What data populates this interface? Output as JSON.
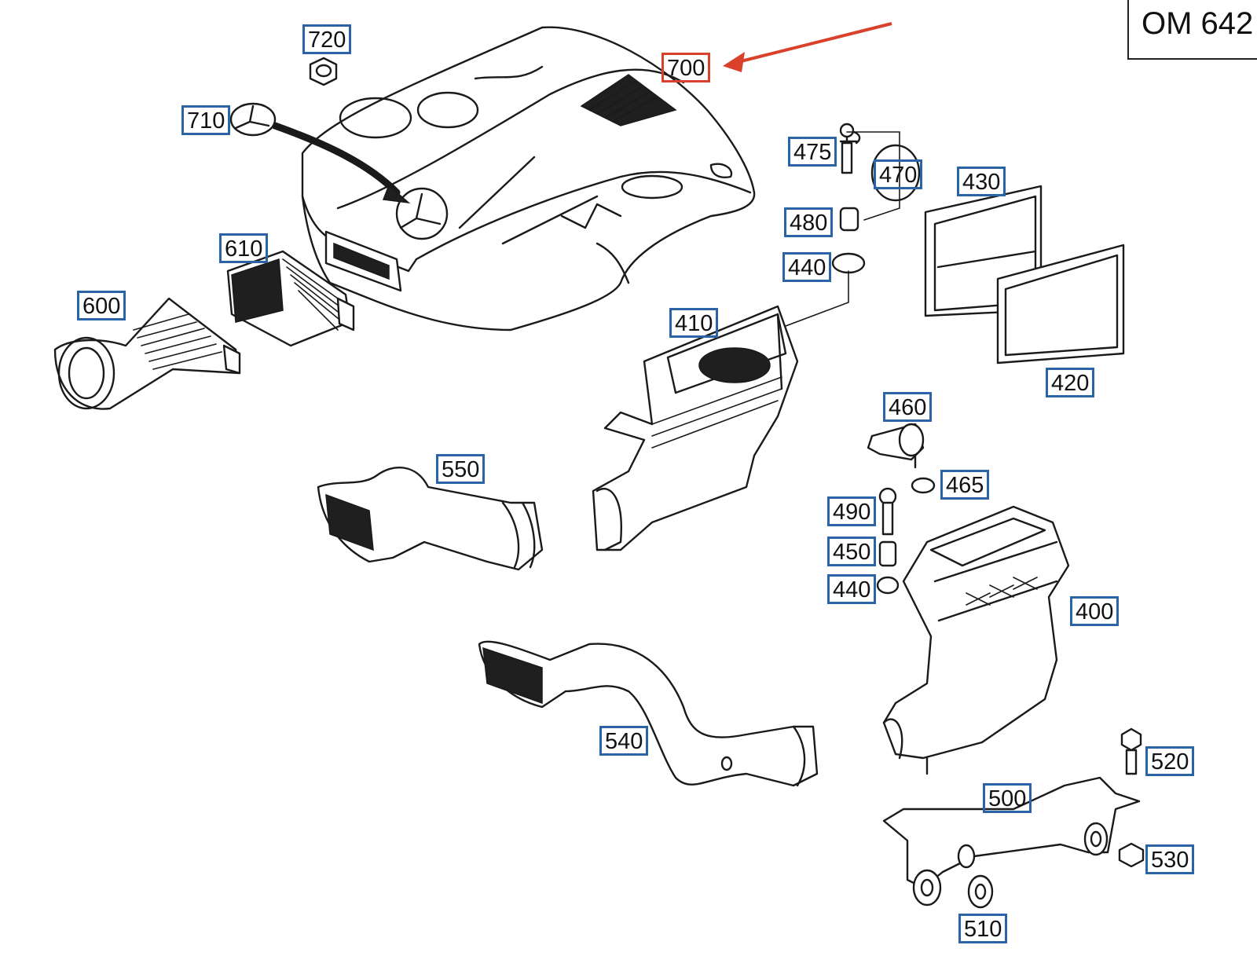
{
  "engine_code": "OM 642",
  "highlight_color": "#d9412b",
  "label_color": "#2a63a6",
  "parts": [
    {
      "id": "720",
      "highlighted": false
    },
    {
      "id": "700",
      "highlighted": true
    },
    {
      "id": "710",
      "highlighted": false
    },
    {
      "id": "475",
      "highlighted": false
    },
    {
      "id": "470",
      "highlighted": false
    },
    {
      "id": "430",
      "highlighted": false
    },
    {
      "id": "480",
      "highlighted": false
    },
    {
      "id": "610",
      "highlighted": false
    },
    {
      "id": "440",
      "highlighted": false
    },
    {
      "id": "600",
      "highlighted": false
    },
    {
      "id": "410",
      "highlighted": false
    },
    {
      "id": "420",
      "highlighted": false
    },
    {
      "id": "460",
      "highlighted": false
    },
    {
      "id": "550",
      "highlighted": false
    },
    {
      "id": "465",
      "highlighted": false
    },
    {
      "id": "490",
      "highlighted": false
    },
    {
      "id": "450",
      "highlighted": false
    },
    {
      "id": "440",
      "highlighted": false
    },
    {
      "id": "400",
      "highlighted": false
    },
    {
      "id": "540",
      "highlighted": false
    },
    {
      "id": "520",
      "highlighted": false
    },
    {
      "id": "500",
      "highlighted": false
    },
    {
      "id": "530",
      "highlighted": false
    },
    {
      "id": "510",
      "highlighted": false
    }
  ]
}
